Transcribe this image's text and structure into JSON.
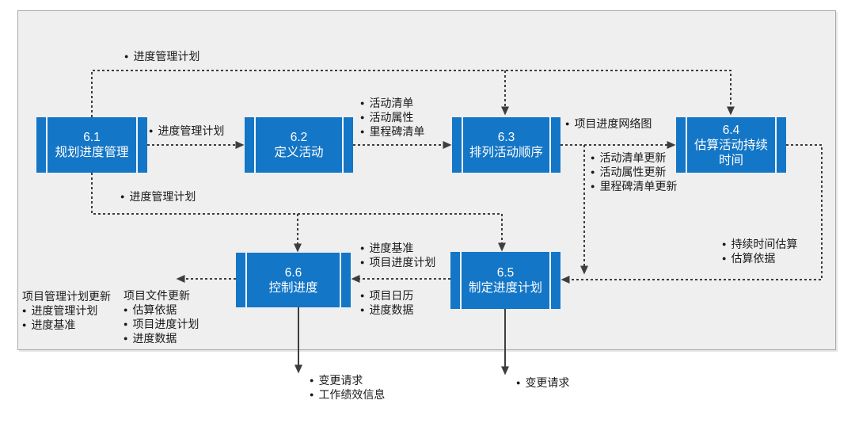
{
  "ui": {
    "bullet_char": "●"
  },
  "colors": {
    "box_blue": "#1476c6",
    "line_gray": "#3d3d3d",
    "panel_bg": "#efefef",
    "panel_border": "#ababab",
    "text": "#1a1a1a"
  },
  "processes": [
    {
      "number": "6.1",
      "name": "规划进度管理"
    },
    {
      "number": "6.2",
      "name": "定义活动"
    },
    {
      "number": "6.3",
      "name": "排列活动顺序"
    },
    {
      "number": "6.4",
      "name": "估算活动持续时间"
    },
    {
      "number": "6.5",
      "name": "制定进度计划"
    },
    {
      "number": "6.6",
      "name": "控制进度"
    }
  ],
  "labels": {
    "schedule_mgmt_plan_top": [
      "进度管理计划"
    ],
    "schedule_mgmt_plan_61_62": [
      "进度管理计划"
    ],
    "outputs_62": [
      "活动清单",
      "活动属性",
      "里程碑清单"
    ],
    "output_63_network": [
      "项目进度网络图"
    ],
    "updates_63": [
      "活动清单更新",
      "活动属性更新",
      "里程碑清单更新"
    ],
    "outputs_64": [
      "持续时间估算",
      "估算依据"
    ],
    "schedule_mgmt_plan_lower": [
      "进度管理计划"
    ],
    "inputs_66_upper": [
      "进度基准",
      "项目进度计划"
    ],
    "inputs_66_lower": [
      "项目日历",
      "进度数据"
    ],
    "pm_plan_updates_title": "项目管理计划更新",
    "pm_plan_updates": [
      "进度管理计划",
      "进度基准"
    ],
    "doc_updates_title": "项目文件更新",
    "doc_updates": [
      "估算依据",
      "项目进度计划",
      "进度数据"
    ],
    "outputs_66_bottom": [
      "变更请求",
      "工作绩效信息"
    ],
    "outputs_65_bottom": [
      "变更请求"
    ]
  }
}
